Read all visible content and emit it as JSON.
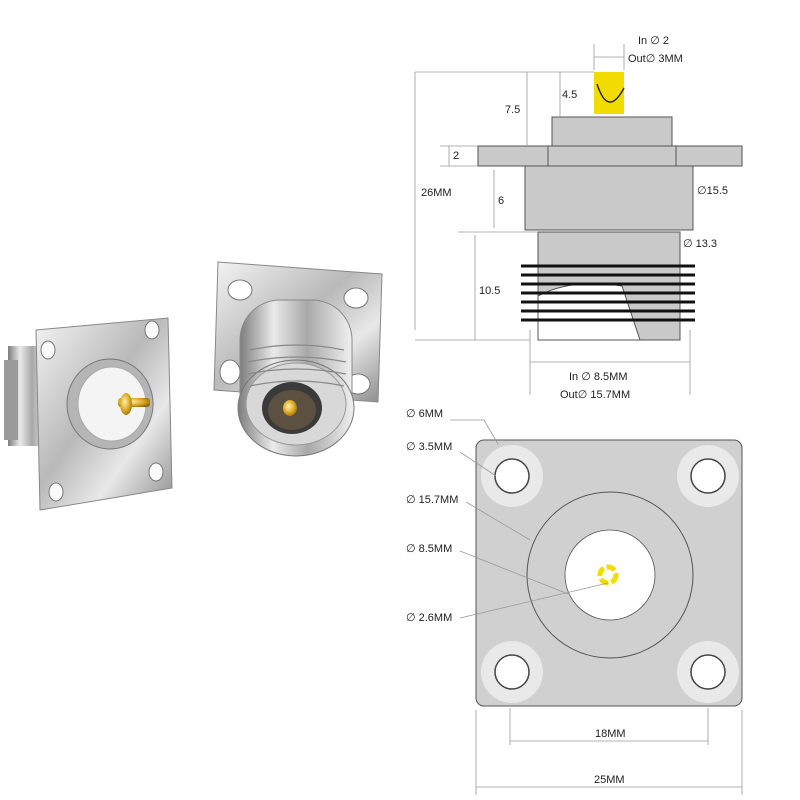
{
  "side_view": {
    "pin_in": "In ∅ 2",
    "pin_out": "Out∅ 3MM",
    "d_4_5": "4.5",
    "d_7_5": "7.5",
    "d_2": "2",
    "d_26": "26MM",
    "d_6": "6",
    "d_15_5": "∅15.5",
    "d_13_3": "∅ 13.3",
    "d_10_5": "10.5",
    "bottom_in": "In ∅ 8.5MM",
    "bottom_out": "Out∅ 15.7MM"
  },
  "front_view": {
    "d_6mm": "∅ 6MM",
    "d_3_5mm": "∅ 3.5MM",
    "d_15_7mm": "∅ 15.7MM",
    "d_8_5mm": "∅ 8.5MM",
    "d_2_6mm": "∅ 2.6MM",
    "w_18mm": "18MM",
    "w_25mm": "25MM"
  },
  "colors": {
    "pin_gold": "#f2dc00",
    "body_gray": "#c9c9c9",
    "flange_gray": "#d0d0d0"
  }
}
